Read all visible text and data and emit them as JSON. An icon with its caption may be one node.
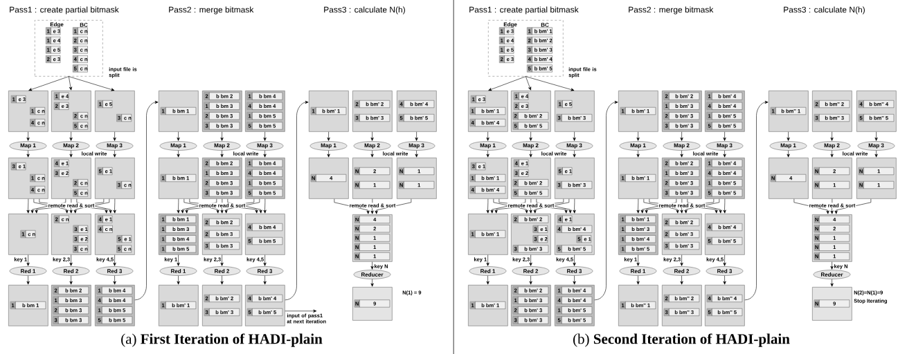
{
  "diagram": {
    "nodes": [
      {
        "text": [
          "Edge",
          "BC"
        ]
      },
      {
        "text": [
          "1",
          "e 3"
        ],
        "in": 0
      },
      {
        "text": [
          "1",
          "e 4"
        ],
        "in": 0
      },
      {
        "text": [
          "1",
          "e 5"
        ],
        "in": 0
      },
      {
        "text": [
          "2",
          "e 3"
        ],
        "in": 0
      },
      {
        "text": [
          "1",
          "c n"
        ],
        "in": 0
      },
      {
        "text": [
          "2",
          "c n"
        ],
        "in": 0
      },
      {
        "text": [
          "3",
          "c n"
        ],
        "in": 0
      },
      {
        "text": [
          "4",
          "c n"
        ],
        "in": 0
      },
      {
        "text": [
          "5",
          "c n"
        ],
        "in": 0
      },
      {
        "text": [],
        "shape": "box"
      },
      {
        "text": [
          "1",
          "e 3"
        ],
        "in": 10
      },
      {
        "text": [
          "1",
          "c n"
        ],
        "in": 10
      },
      {
        "text": [
          "4",
          "c n"
        ],
        "in": 10
      },
      {
        "text": [],
        "shape": "box"
      },
      {
        "text": [
          "1",
          "e 4"
        ],
        "in": 14
      },
      {
        "text": [
          "2",
          "e 3"
        ],
        "in": 14
      },
      {
        "text": [
          "2",
          "c n"
        ],
        "in": 14
      },
      {
        "text": [
          "5",
          "c n"
        ],
        "in": 14
      },
      {
        "text": [],
        "shape": "box"
      },
      {
        "text": [
          "1",
          "e 5"
        ],
        "in": 19
      },
      {
        "text": [
          "3",
          "c n"
        ],
        "in": 19
      },
      {
        "text": [
          "Map 1"
        ]
      },
      {
        "text": [
          "Map 2"
        ]
      },
      {
        "text": [
          "Map 3"
        ]
      },
      {
        "text": [],
        "shape": "box"
      },
      {
        "text": [
          "3",
          "e 1"
        ],
        "in": 25
      },
      {
        "text": [
          "1",
          "c n"
        ],
        "in": 25
      },
      {
        "text": [
          "4",
          "c n"
        ],
        "in": 25
      },
      {
        "text": [],
        "shape": "box"
      },
      {
        "text": [
          "4",
          "e 1"
        ],
        "in": 29
      },
      {
        "text": [
          "3",
          "e 2"
        ],
        "in": 29
      },
      {
        "text": [
          "2",
          "c n"
        ],
        "in": 29
      },
      {
        "text": [
          "5",
          "c n"
        ],
        "in": 29
      },
      {
        "text": [],
        "shape": "box"
      },
      {
        "text": [
          "5",
          "e 1"
        ],
        "in": 34
      },
      {
        "text": [
          "3",
          "c n"
        ],
        "in": 34
      },
      {
        "text": [],
        "shape": "box"
      },
      {
        "text": [
          "1",
          "c n"
        ],
        "in": 37
      },
      {
        "text": [],
        "shape": "box"
      },
      {
        "text": [
          "2",
          "c n"
        ],
        "in": 39
      },
      {
        "text": [
          "3",
          "e 1"
        ],
        "in": 39
      },
      {
        "text": [
          "3",
          "e 2"
        ],
        "in": 39
      },
      {
        "text": [
          "3",
          "c n"
        ],
        "in": 39
      },
      {
        "text": [],
        "shape": "box"
      },
      {
        "text": [
          "4",
          "e 1"
        ],
        "in": 44
      },
      {
        "text": [
          "4",
          "c n"
        ],
        "in": 44
      },
      {
        "text": [
          "5",
          "e 1"
        ],
        "in": 44
      },
      {
        "text": [
          "5",
          "c n"
        ],
        "in": 44
      },
      {
        "text": [
          "Red 1"
        ]
      },
      {
        "text": [
          "Red 2"
        ]
      },
      {
        "text": [
          "Red 3"
        ]
      },
      {
        "text": [],
        "shape": "box"
      },
      {
        "text": [
          "1",
          "b bm 1"
        ],
        "in": 52
      },
      {
        "text": [],
        "shape": "box"
      },
      {
        "text": [
          "2",
          "b bm 2"
        ],
        "in": 54
      },
      {
        "text": [
          "1",
          "b bm 3"
        ],
        "in": 54
      },
      {
        "text": [
          "2",
          "b bm 3"
        ],
        "in": 54
      },
      {
        "text": [
          "3",
          "b bm 3"
        ],
        "in": 54
      },
      {
        "text": [],
        "shape": "box"
      },
      {
        "text": [
          "1",
          "b bm 4"
        ],
        "in": 59
      },
      {
        "text": [
          "4",
          "b bm 4"
        ],
        "in": 59
      },
      {
        "text": [
          "1",
          "b bm 5"
        ],
        "in": 59
      },
      {
        "text": [
          "5",
          "b bm 5"
        ],
        "in": 59
      },
      {
        "text": [],
        "shape": "box"
      },
      {
        "text": [
          "1",
          "b bm 1"
        ],
        "in": 64
      },
      {
        "text": [],
        "shape": "box"
      },
      {
        "text": [
          "2",
          "b bm 2"
        ],
        "in": 66
      },
      {
        "text": [
          "1",
          "b bm 3"
        ],
        "in": 66
      },
      {
        "text": [
          "2",
          "b bm 3"
        ],
        "in": 66
      },
      {
        "text": [
          "3",
          "b bm 3"
        ],
        "in": 66
      },
      {
        "text": [],
        "shape": "box"
      },
      {
        "text": [
          "1",
          "b bm 4"
        ],
        "in": 71
      },
      {
        "text": [
          "4",
          "b bm 4"
        ],
        "in": 71
      },
      {
        "text": [
          "1",
          "b bm 5"
        ],
        "in": 71
      },
      {
        "text": [
          "5",
          "b bm 5"
        ],
        "in": 71
      },
      {
        "text": [
          "Map 1"
        ]
      },
      {
        "text": [
          "Map 2"
        ]
      },
      {
        "text": [
          "Map 3"
        ]
      },
      {
        "text": [],
        "shape": "box"
      },
      {
        "text": [
          "1",
          "b bm 1"
        ],
        "in": 79
      },
      {
        "text": [],
        "shape": "box"
      },
      {
        "text": [
          "2",
          "b bm 2"
        ],
        "in": 81
      },
      {
        "text": [
          "1",
          "b bm 3"
        ],
        "in": 81
      },
      {
        "text": [
          "2",
          "b bm 3"
        ],
        "in": 81
      },
      {
        "text": [
          "3",
          "b bm 3"
        ],
        "in": 81
      },
      {
        "text": [],
        "shape": "box"
      },
      {
        "text": [
          "1",
          "b bm 4"
        ],
        "in": 86
      },
      {
        "text": [
          "4",
          "b bm 4"
        ],
        "in": 86
      },
      {
        "text": [
          "1",
          "b bm 5"
        ],
        "in": 86
      },
      {
        "text": [
          "5",
          "b bm 5"
        ],
        "in": 86
      },
      {
        "text": [],
        "shape": "box"
      },
      {
        "text": [
          "1",
          "b bm 1"
        ],
        "in": 91
      },
      {
        "text": [
          "1",
          "b bm 3"
        ],
        "in": 91
      },
      {
        "text": [
          "1",
          "b bm 4"
        ],
        "in": 91
      },
      {
        "text": [
          "1",
          "b bm 5"
        ],
        "in": 91
      },
      {
        "text": [],
        "shape": "box"
      },
      {
        "text": [
          "2",
          "b bm 2"
        ],
        "in": 96
      },
      {
        "text": [
          "2",
          "b bm 3"
        ],
        "in": 96
      },
      {
        "text": [
          "3",
          "b bm 3"
        ],
        "in": 96
      },
      {
        "text": [],
        "shape": "box"
      },
      {
        "text": [
          "4",
          "b bm 4"
        ],
        "in": 100
      },
      {
        "text": [
          "5",
          "b bm 5"
        ],
        "in": 100
      },
      {
        "text": [
          "Red 1"
        ]
      },
      {
        "text": [
          "Red 2"
        ]
      },
      {
        "text": [
          "Red 3"
        ]
      },
      {
        "text": [],
        "shape": "box"
      },
      {
        "text": [
          "1",
          "b bm' 1"
        ],
        "in": 106
      },
      {
        "text": [],
        "shape": "box"
      },
      {
        "text": [
          "2",
          "b bm' 2"
        ],
        "in": 108
      },
      {
        "text": [
          "3",
          "b bm' 3"
        ],
        "in": 108
      },
      {
        "text": [],
        "shape": "box"
      },
      {
        "text": [
          "4",
          "b bm' 4"
        ],
        "in": 111
      },
      {
        "text": [
          "5",
          "b bm' 5"
        ],
        "in": 111
      },
      {
        "text": [],
        "shape": "box"
      },
      {
        "text": [
          "1",
          "b bm' 1"
        ],
        "in": 114
      },
      {
        "text": [],
        "shape": "box"
      },
      {
        "text": [
          "2",
          "b bm' 2"
        ],
        "in": 116
      },
      {
        "text": [
          "3",
          "b bm' 3"
        ],
        "in": 116
      },
      {
        "text": [],
        "shape": "box"
      },
      {
        "text": [
          "4",
          "b bm' 4"
        ],
        "in": 119
      },
      {
        "text": [
          "5",
          "b bm' 5"
        ],
        "in": 119
      },
      {
        "text": [
          "Map 1"
        ]
      },
      {
        "text": [
          "Map 2"
        ]
      },
      {
        "text": [
          "Map 3"
        ]
      },
      {
        "text": [],
        "shape": "box"
      },
      {
        "text": [
          "N",
          "4"
        ],
        "in": 125
      },
      {
        "text": [],
        "shape": "box"
      },
      {
        "text": [
          "N",
          "2"
        ],
        "in": 127
      },
      {
        "text": [
          "N",
          "1"
        ],
        "in": 127
      },
      {
        "text": [],
        "shape": "box"
      },
      {
        "text": [
          "N",
          "1"
        ],
        "in": 130
      },
      {
        "text": [
          "N",
          "1"
        ],
        "in": 130
      },
      {
        "text": [],
        "shape": "box"
      },
      {
        "text": [
          "N",
          "4"
        ],
        "in": 133
      },
      {
        "text": [
          "N",
          "2"
        ],
        "in": 133
      },
      {
        "text": [
          "N",
          "1"
        ],
        "in": 133
      },
      {
        "text": [
          "N",
          "1"
        ],
        "in": 133
      },
      {
        "text": [
          "N",
          "1"
        ],
        "in": 133
      },
      {
        "text": [
          "Reducer"
        ]
      },
      {
        "text": [],
        "shape": "box",
        "beside": [
          "N(1) = 9"
        ]
      },
      {
        "text": [
          "N",
          "9"
        ],
        "in": 140
      },
      {
        "text": [
          "Edge",
          "BC"
        ]
      },
      {
        "text": [
          "1",
          "e 3"
        ],
        "in": 142
      },
      {
        "text": [
          "1",
          "e 4"
        ],
        "in": 142
      },
      {
        "text": [
          "1",
          "e 5"
        ],
        "in": 142
      },
      {
        "text": [
          "2",
          "e 3"
        ],
        "in": 142
      },
      {
        "text": [
          "1",
          "b bm' 1"
        ],
        "in": 142
      },
      {
        "text": [
          "2",
          "b bm' 2"
        ],
        "in": 142
      },
      {
        "text": [
          "3",
          "b bm' 3"
        ],
        "in": 142
      },
      {
        "text": [
          "4",
          "b bm' 4"
        ],
        "in": 142
      },
      {
        "text": [
          "5",
          "b bm' 5"
        ],
        "in": 142
      },
      {
        "text": [],
        "shape": "box"
      },
      {
        "text": [
          "1",
          "e 3"
        ],
        "in": 152
      },
      {
        "text": [
          "1",
          "b bm' 1"
        ],
        "in": 152
      },
      {
        "text": [
          "4",
          "b bm' 4"
        ],
        "in": 152
      },
      {
        "text": [],
        "shape": "box"
      },
      {
        "text": [
          "1",
          "e 4"
        ],
        "in": 156
      },
      {
        "text": [
          "2",
          "e 3"
        ],
        "in": 156
      },
      {
        "text": [
          "2",
          "b bm' 2"
        ],
        "in": 156
      },
      {
        "text": [
          "5",
          "b bm' 5"
        ],
        "in": 156
      },
      {
        "text": [],
        "shape": "box"
      },
      {
        "text": [
          "1",
          "e 5"
        ],
        "in": 161
      },
      {
        "text": [
          "3",
          "b bm' 3"
        ],
        "in": 161
      },
      {
        "text": [
          "Map 1"
        ]
      },
      {
        "text": [
          "Map 2"
        ]
      },
      {
        "text": [
          "Map 3"
        ]
      },
      {
        "text": [],
        "shape": "box"
      },
      {
        "text": [
          "3",
          "e 1"
        ],
        "in": 167
      },
      {
        "text": [
          "1",
          "b bm' 1"
        ],
        "in": 167
      },
      {
        "text": [
          "4",
          "b bm' 4"
        ],
        "in": 167
      },
      {
        "text": [],
        "shape": "box"
      },
      {
        "text": [
          "4",
          "e 1"
        ],
        "in": 171
      },
      {
        "text": [
          "3",
          "e 2"
        ],
        "in": 171
      },
      {
        "text": [
          "2",
          "b bm' 2"
        ],
        "in": 171
      },
      {
        "text": [
          "5",
          "b bm' 5"
        ],
        "in": 171
      },
      {
        "text": [],
        "shape": "box"
      },
      {
        "text": [
          "5",
          "e 1"
        ],
        "in": 176
      },
      {
        "text": [
          "3",
          "b bm' 3"
        ],
        "in": 176
      },
      {
        "text": [],
        "shape": "box"
      },
      {
        "text": [
          "1",
          "b bm' 1"
        ],
        "in": 179
      },
      {
        "text": [],
        "shape": "box"
      },
      {
        "text": [
          "2",
          "b bm' 2"
        ],
        "in": 181
      },
      {
        "text": [
          "3",
          "e 1"
        ],
        "in": 181
      },
      {
        "text": [
          "3",
          "e 2"
        ],
        "in": 181
      },
      {
        "text": [
          "3",
          "b bm' 3"
        ],
        "in": 181
      },
      {
        "text": [],
        "shape": "box"
      },
      {
        "text": [
          "4",
          "e 1"
        ],
        "in": 186
      },
      {
        "text": [
          "4",
          "b bm' 4"
        ],
        "in": 186
      },
      {
        "text": [
          "5",
          "e 1"
        ],
        "in": 186
      },
      {
        "text": [
          "5",
          "b bm' 5"
        ],
        "in": 186
      },
      {
        "text": [
          "Red 1"
        ]
      },
      {
        "text": [
          "Red 2"
        ]
      },
      {
        "text": [
          "Red 3"
        ]
      },
      {
        "text": [],
        "shape": "box"
      },
      {
        "text": [
          "1",
          "b bm' 1"
        ],
        "in": 194
      },
      {
        "text": [],
        "shape": "box"
      },
      {
        "text": [
          "2",
          "b bm' 2"
        ],
        "in": 196
      },
      {
        "text": [
          "1",
          "b bm' 3"
        ],
        "in": 196
      },
      {
        "text": [
          "2",
          "b bm' 3"
        ],
        "in": 196
      },
      {
        "text": [
          "3",
          "b bm' 3"
        ],
        "in": 196
      },
      {
        "text": [],
        "shape": "box"
      },
      {
        "text": [
          "1",
          "b bm' 4"
        ],
        "in": 201
      },
      {
        "text": [
          "4",
          "b bm' 4"
        ],
        "in": 201
      },
      {
        "text": [
          "1",
          "b bm' 5"
        ],
        "in": 201
      },
      {
        "text": [
          "5",
          "b bm' 5"
        ],
        "in": 201
      },
      {
        "text": [],
        "shape": "box"
      },
      {
        "text": [
          "1",
          "b bm' 1"
        ],
        "in": 206
      },
      {
        "text": [],
        "shape": "box"
      },
      {
        "text": [
          "2",
          "b bm' 2"
        ],
        "in": 208
      },
      {
        "text": [
          "1",
          "b bm' 3"
        ],
        "in": 208
      },
      {
        "text": [
          "2",
          "b bm' 3"
        ],
        "in": 208
      },
      {
        "text": [
          "3",
          "b bm' 3"
        ],
        "in": 208
      },
      {
        "text": [],
        "shape": "box"
      },
      {
        "text": [
          "1",
          "b bm' 4"
        ],
        "in": 213
      },
      {
        "text": [
          "4",
          "b bm' 4"
        ],
        "in": 213
      },
      {
        "text": [
          "1",
          "b bm' 5"
        ],
        "in": 213
      },
      {
        "text": [
          "5",
          "b bm' 5"
        ],
        "in": 213
      },
      {
        "text": [
          "Map 1"
        ]
      },
      {
        "text": [
          "Map 2"
        ]
      },
      {
        "text": [
          "Map 3"
        ]
      },
      {
        "text": [],
        "shape": "box"
      },
      {
        "text": [
          "1",
          "b bm' 1"
        ],
        "in": 221
      },
      {
        "text": [],
        "shape": "box"
      },
      {
        "text": [
          "2",
          "b bm' 2"
        ],
        "in": 223
      },
      {
        "text": [
          "1",
          "b bm' 3"
        ],
        "in": 223
      },
      {
        "text": [
          "2",
          "b bm' 3"
        ],
        "in": 223
      },
      {
        "text": [
          "3",
          "b bm' 3"
        ],
        "in": 223
      },
      {
        "text": [],
        "shape": "box"
      },
      {
        "text": [
          "1",
          "b bm' 4"
        ],
        "in": 228
      },
      {
        "text": [
          "4",
          "b bm' 4"
        ],
        "in": 228
      },
      {
        "text": [
          "1",
          "b bm' 5"
        ],
        "in": 228
      },
      {
        "text": [
          "5",
          "b bm' 5"
        ],
        "in": 228
      },
      {
        "text": [],
        "shape": "box"
      },
      {
        "text": [
          "1",
          "b bm' 1"
        ],
        "in": 233
      },
      {
        "text": [
          "1",
          "b bm' 3"
        ],
        "in": 233
      },
      {
        "text": [
          "1",
          "b bm' 4"
        ],
        "in": 233
      },
      {
        "text": [
          "1",
          "b bm' 5"
        ],
        "in": 233
      },
      {
        "text": [],
        "shape": "box"
      },
      {
        "text": [
          "2",
          "b bm' 2"
        ],
        "in": 238
      },
      {
        "text": [
          "2",
          "b bm' 3"
        ],
        "in": 238
      },
      {
        "text": [
          "3",
          "b bm' 3"
        ],
        "in": 238
      },
      {
        "text": [],
        "shape": "box"
      },
      {
        "text": [
          "4",
          "b bm' 4"
        ],
        "in": 242
      },
      {
        "text": [
          "5",
          "b bm' 5"
        ],
        "in": 242
      },
      {
        "text": [
          "Red 1"
        ]
      },
      {
        "text": [
          "Red 2"
        ]
      },
      {
        "text": [
          "Red 3"
        ]
      },
      {
        "text": [],
        "shape": "box"
      },
      {
        "text": [
          "1",
          "b bm'' 1"
        ],
        "in": 248
      },
      {
        "text": [],
        "shape": "box"
      },
      {
        "text": [
          "2",
          "b bm'' 2"
        ],
        "in": 250
      },
      {
        "text": [
          "3",
          "b bm'' 3"
        ],
        "in": 250
      },
      {
        "text": [],
        "shape": "box"
      },
      {
        "text": [
          "4",
          "b bm'' 4"
        ],
        "in": 253
      },
      {
        "text": [
          "5",
          "b bm'' 5"
        ],
        "in": 253
      },
      {
        "text": [],
        "shape": "box"
      },
      {
        "text": [
          "1",
          "b bm'' 1"
        ],
        "in": 256
      },
      {
        "text": [],
        "shape": "box"
      },
      {
        "text": [
          "2",
          "b bm'' 2"
        ],
        "in": 258
      },
      {
        "text": [
          "3",
          "b bm'' 3"
        ],
        "in": 258
      },
      {
        "text": [],
        "shape": "box"
      },
      {
        "text": [
          "4",
          "b bm'' 4"
        ],
        "in": 261
      },
      {
        "text": [
          "5",
          "b bm'' 5"
        ],
        "in": 261
      },
      {
        "text": [
          "Map 1"
        ]
      },
      {
        "text": [
          "Map 2"
        ]
      },
      {
        "text": [
          "Map 3"
        ]
      },
      {
        "text": [],
        "shape": "box"
      },
      {
        "text": [
          "N",
          "4"
        ],
        "in": 267
      },
      {
        "text": [],
        "shape": "box"
      },
      {
        "text": [
          "N",
          "2"
        ],
        "in": 269
      },
      {
        "text": [
          "N",
          "1"
        ],
        "in": 269
      },
      {
        "text": [],
        "shape": "box"
      },
      {
        "text": [
          "N",
          "1"
        ],
        "in": 272
      },
      {
        "text": [
          "N",
          "1"
        ],
        "in": 272
      },
      {
        "text": [],
        "shape": "box"
      },
      {
        "text": [
          "N",
          "4"
        ],
        "in": 275
      },
      {
        "text": [
          "N",
          "2"
        ],
        "in": 275
      },
      {
        "text": [
          "N",
          "1"
        ],
        "in": 275
      },
      {
        "text": [
          "N",
          "1"
        ],
        "in": 275
      },
      {
        "text": [
          "N",
          "1"
        ],
        "in": 275
      },
      {
        "text": [
          "Reducer"
        ]
      },
      {
        "text": [],
        "shape": "box",
        "beside": [
          "N(2)=N(1)=9",
          "Stop Iterating"
        ]
      },
      {
        "text": [
          "N",
          "9"
        ],
        "in": 282
      }
    ],
    "edges": [
      {
        "from": 0,
        "to": 10,
        "arrow": "to"
      },
      {
        "from": 0,
        "to": 14,
        "arrow": "to"
      },
      {
        "from": 0,
        "to": 19,
        "arrow": "to"
      },
      {
        "from": 10,
        "to": 22,
        "arrow": "to"
      },
      {
        "from": 14,
        "to": 23,
        "arrow": "to"
      },
      {
        "from": 19,
        "to": 24,
        "arrow": "to"
      },
      {
        "from": 22,
        "to": 25,
        "arrow": "to"
      },
      {
        "from": 23,
        "to": 29,
        "arrow": "to"
      },
      {
        "from": 24,
        "to": 34,
        "arrow": "to"
      },
      {
        "from": 25,
        "to": 37,
        "arrow": "to"
      },
      {
        "from": 25,
        "to": 39,
        "arrow": "to"
      },
      {
        "from": 25,
        "to": 44,
        "arrow": "to"
      },
      {
        "from": 29,
        "to": 37,
        "arrow": "to"
      },
      {
        "from": 29,
        "to": 39,
        "arrow": "to"
      },
      {
        "from": 29,
        "to": 44,
        "arrow": "to"
      },
      {
        "from": 34,
        "to": 37,
        "arrow": "to"
      },
      {
        "from": 34,
        "to": 39,
        "arrow": "to"
      },
      {
        "from": 34,
        "to": 44,
        "arrow": "to"
      },
      {
        "from": 37,
        "to": 49,
        "arrow": "to",
        "label": "key 1"
      },
      {
        "from": 39,
        "to": 50,
        "arrow": "to",
        "label": "key 2,3"
      },
      {
        "from": 44,
        "to": 51,
        "arrow": "to",
        "label": "key 4,5"
      },
      {
        "from": 49,
        "to": 52,
        "arrow": "to"
      },
      {
        "from": 50,
        "to": 54,
        "arrow": "to"
      },
      {
        "from": 51,
        "to": 59,
        "arrow": "to"
      },
      {
        "from": 59,
        "to": 64,
        "arrow": "to"
      },
      {
        "from": 64,
        "to": 76,
        "arrow": "to"
      },
      {
        "from": 66,
        "to": 77,
        "arrow": "to"
      },
      {
        "from": 71,
        "to": 78,
        "arrow": "to"
      },
      {
        "from": 76,
        "to": 79,
        "arrow": "to"
      },
      {
        "from": 77,
        "to": 81,
        "arrow": "to"
      },
      {
        "from": 78,
        "to": 86,
        "arrow": "to"
      },
      {
        "from": 79,
        "to": 91,
        "arrow": "to"
      },
      {
        "from": 79,
        "to": 96,
        "arrow": "to"
      },
      {
        "from": 79,
        "to": 100,
        "arrow": "to"
      },
      {
        "from": 81,
        "to": 91,
        "arrow": "to"
      },
      {
        "from": 81,
        "to": 96,
        "arrow": "to"
      },
      {
        "from": 81,
        "to": 100,
        "arrow": "to"
      },
      {
        "from": 86,
        "to": 91,
        "arrow": "to"
      },
      {
        "from": 86,
        "to": 96,
        "arrow": "to"
      },
      {
        "from": 86,
        "to": 100,
        "arrow": "to"
      },
      {
        "from": 91,
        "to": 103,
        "arrow": "to",
        "label": "key 1"
      },
      {
        "from": 96,
        "to": 104,
        "arrow": "to",
        "label": "key 2,3"
      },
      {
        "from": 100,
        "to": 105,
        "arrow": "to",
        "label": "key 4,5"
      },
      {
        "from": 103,
        "to": 106,
        "arrow": "to"
      },
      {
        "from": 104,
        "to": 108,
        "arrow": "to"
      },
      {
        "from": 105,
        "to": 111,
        "arrow": "to"
      },
      {
        "from": 111,
        "to": 114,
        "arrow": "to"
      },
      {
        "from": 111,
        "to": null,
        "arrow": "to",
        "label": "input of pass1 at next iteration"
      },
      {
        "from": 114,
        "to": 122,
        "arrow": "to"
      },
      {
        "from": 116,
        "to": 123,
        "arrow": "to"
      },
      {
        "from": 119,
        "to": 124,
        "arrow": "to"
      },
      {
        "from": 122,
        "to": 125,
        "arrow": "to"
      },
      {
        "from": 123,
        "to": 127,
        "arrow": "to"
      },
      {
        "from": 124,
        "to": 130,
        "arrow": "to"
      },
      {
        "from": 125,
        "to": 133,
        "arrow": "to"
      },
      {
        "from": 127,
        "to": 133,
        "arrow": "to"
      },
      {
        "from": 130,
        "to": 133,
        "arrow": "to"
      },
      {
        "from": 133,
        "to": 139,
        "arrow": "to",
        "label": "key N"
      },
      {
        "from": 139,
        "to": 140,
        "arrow": "to"
      },
      {
        "from": 142,
        "to": 152,
        "arrow": "to"
      },
      {
        "from": 142,
        "to": 156,
        "arrow": "to"
      },
      {
        "from": 142,
        "to": 161,
        "arrow": "to"
      },
      {
        "from": 152,
        "to": 164,
        "arrow": "to"
      },
      {
        "from": 156,
        "to": 165,
        "arrow": "to"
      },
      {
        "from": 161,
        "to": 166,
        "arrow": "to"
      },
      {
        "from": 164,
        "to": 167,
        "arrow": "to"
      },
      {
        "from": 165,
        "to": 171,
        "arrow": "to"
      },
      {
        "from": 166,
        "to": 176,
        "arrow": "to"
      },
      {
        "from": 167,
        "to": 179,
        "arrow": "to"
      },
      {
        "from": 167,
        "to": 181,
        "arrow": "to"
      },
      {
        "from": 167,
        "to": 186,
        "arrow": "to"
      },
      {
        "from": 171,
        "to": 179,
        "arrow": "to"
      },
      {
        "from": 171,
        "to": 181,
        "arrow": "to"
      },
      {
        "from": 171,
        "to": 186,
        "arrow": "to"
      },
      {
        "from": 176,
        "to": 179,
        "arrow": "to"
      },
      {
        "from": 176,
        "to": 181,
        "arrow": "to"
      },
      {
        "from": 176,
        "to": 186,
        "arrow": "to"
      },
      {
        "from": 179,
        "to": 191,
        "arrow": "to",
        "label": "key 1"
      },
      {
        "from": 181,
        "to": 192,
        "arrow": "to",
        "label": "key 2,3"
      },
      {
        "from": 186,
        "to": 193,
        "arrow": "to",
        "label": "key 4,5"
      },
      {
        "from": 191,
        "to": 194,
        "arrow": "to"
      },
      {
        "from": 192,
        "to": 196,
        "arrow": "to"
      },
      {
        "from": 193,
        "to": 201,
        "arrow": "to"
      },
      {
        "from": 201,
        "to": 206,
        "arrow": "to"
      },
      {
        "from": 206,
        "to": 218,
        "arrow": "to"
      },
      {
        "from": 208,
        "to": 219,
        "arrow": "to"
      },
      {
        "from": 213,
        "to": 220,
        "arrow": "to"
      },
      {
        "from": 218,
        "to": 221,
        "arrow": "to"
      },
      {
        "from": 219,
        "to": 223,
        "arrow": "to"
      },
      {
        "from": 220,
        "to": 228,
        "arrow": "to"
      },
      {
        "from": 221,
        "to": 233,
        "arrow": "to"
      },
      {
        "from": 221,
        "to": 238,
        "arrow": "to"
      },
      {
        "from": 221,
        "to": 242,
        "arrow": "to"
      },
      {
        "from": 223,
        "to": 233,
        "arrow": "to"
      },
      {
        "from": 223,
        "to": 238,
        "arrow": "to"
      },
      {
        "from": 223,
        "to": 242,
        "arrow": "to"
      },
      {
        "from": 228,
        "to": 233,
        "arrow": "to"
      },
      {
        "from": 228,
        "to": 238,
        "arrow": "to"
      },
      {
        "from": 228,
        "to": 242,
        "arrow": "to"
      },
      {
        "from": 233,
        "to": 245,
        "arrow": "to",
        "label": "key 1"
      },
      {
        "from": 238,
        "to": 246,
        "arrow": "to",
        "label": "key 2,3"
      },
      {
        "from": 242,
        "to": 247,
        "arrow": "to",
        "label": "key 4,5"
      },
      {
        "from": 245,
        "to": 248,
        "arrow": "to"
      },
      {
        "from": 246,
        "to": 250,
        "arrow": "to"
      },
      {
        "from": 247,
        "to": 253,
        "arrow": "to"
      },
      {
        "from": 253,
        "to": 256,
        "arrow": "to"
      },
      {
        "from": 256,
        "to": 264,
        "arrow": "to"
      },
      {
        "from": 258,
        "to": 265,
        "arrow": "to"
      },
      {
        "from": 261,
        "to": 266,
        "arrow": "to"
      },
      {
        "from": 264,
        "to": 267,
        "arrow": "to"
      },
      {
        "from": 265,
        "to": 269,
        "arrow": "to"
      },
      {
        "from": 266,
        "to": 272,
        "arrow": "to"
      },
      {
        "from": 267,
        "to": 275,
        "arrow": "to"
      },
      {
        "from": 269,
        "to": 275,
        "arrow": "to"
      },
      {
        "from": 272,
        "to": 275,
        "arrow": "to"
      },
      {
        "from": 275,
        "to": 281,
        "arrow": "to",
        "label": "key N"
      },
      {
        "from": 281,
        "to": 282,
        "arrow": "to"
      }
    ],
    "labels": [
      "Pass1 : create partial bitmask",
      "Pass2 : merge bitmask",
      "Pass3 : calculate N(h)",
      "input file is split",
      "local write",
      "remote read & sort",
      "local write",
      "remote read & sort",
      "local write",
      "remote read & sort",
      "(a) **First Iteration of HADI-plain**",
      "Pass1 : create partial bitmask",
      "Pass2 : merge bitmask",
      "Pass3 : calculate N(h)",
      "input file is split",
      "local write",
      "remote read & sort",
      "local write",
      "remote read & sort",
      "local write",
      "remote read & sort",
      "(b) **Second Iteration of HADI-plain**"
    ]
  }
}
